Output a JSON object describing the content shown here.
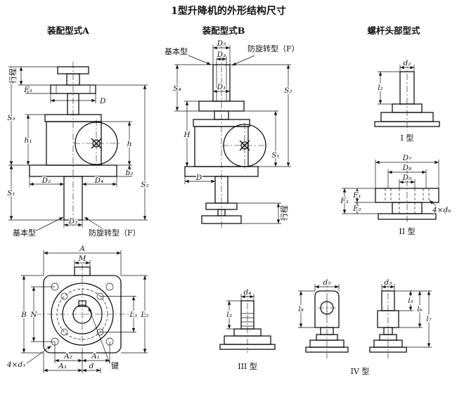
{
  "title": "1型升降机的外形结构尺寸",
  "sections": {
    "assembly_a": "装配型式A",
    "assembly_b": "装配型式B",
    "screw_head": "螺杆头部型式"
  },
  "view_a": {
    "stroke_label": "行程",
    "basic_label": "基本型",
    "anti_rotation_label": "防旋转型（F）",
    "dims": {
      "F3": "F₃",
      "S5": "S₅",
      "h1": "h₁",
      "S1": "S₁",
      "D": "D",
      "h": "h",
      "b2": "b₂",
      "D2": "D₂",
      "D4": "D₄",
      "S2": "S₂",
      "D3": "D₃"
    }
  },
  "view_b": {
    "stroke_label": "行程",
    "basic_label": "基本型",
    "anti_rotation_label": "防旋转型（F）",
    "dims": {
      "D5": "D₅",
      "D3": "D₃",
      "D1": "D₁",
      "S4": "S₄",
      "H": "H",
      "S2": "S₂",
      "S1": "S₁",
      "D": "D"
    }
  },
  "heads": {
    "type1": {
      "label": "I 型",
      "dims": {
        "d2": "d₂",
        "l2": "l₂"
      }
    },
    "type2": {
      "label": "II 型",
      "dims": {
        "D7": "D₇",
        "D8": "D₈",
        "D9": "D₉",
        "F1": "F₁",
        "F2": "F₂",
        "F3": "F₃",
        "holes": "4×d₆"
      }
    },
    "type3": {
      "label": "III 型",
      "dims": {
        "d4": "d₄",
        "l3": "l₃"
      }
    },
    "type4": {
      "label": "IV 型",
      "dims": {
        "d5": "d₅",
        "l8": "l₈",
        "d3": "d₃",
        "l5": "l₅",
        "l6": "l₆",
        "l7": "l₇"
      }
    }
  },
  "plan": {
    "key_label": "键",
    "dims": {
      "A": "A",
      "M": "M",
      "B": "B",
      "N": "N",
      "L1": "L₁",
      "L2": "L₂",
      "A1": "A₁",
      "A2": "A₂",
      "A3": "A₃",
      "d": "d",
      "holes": "4×d₁"
    }
  }
}
